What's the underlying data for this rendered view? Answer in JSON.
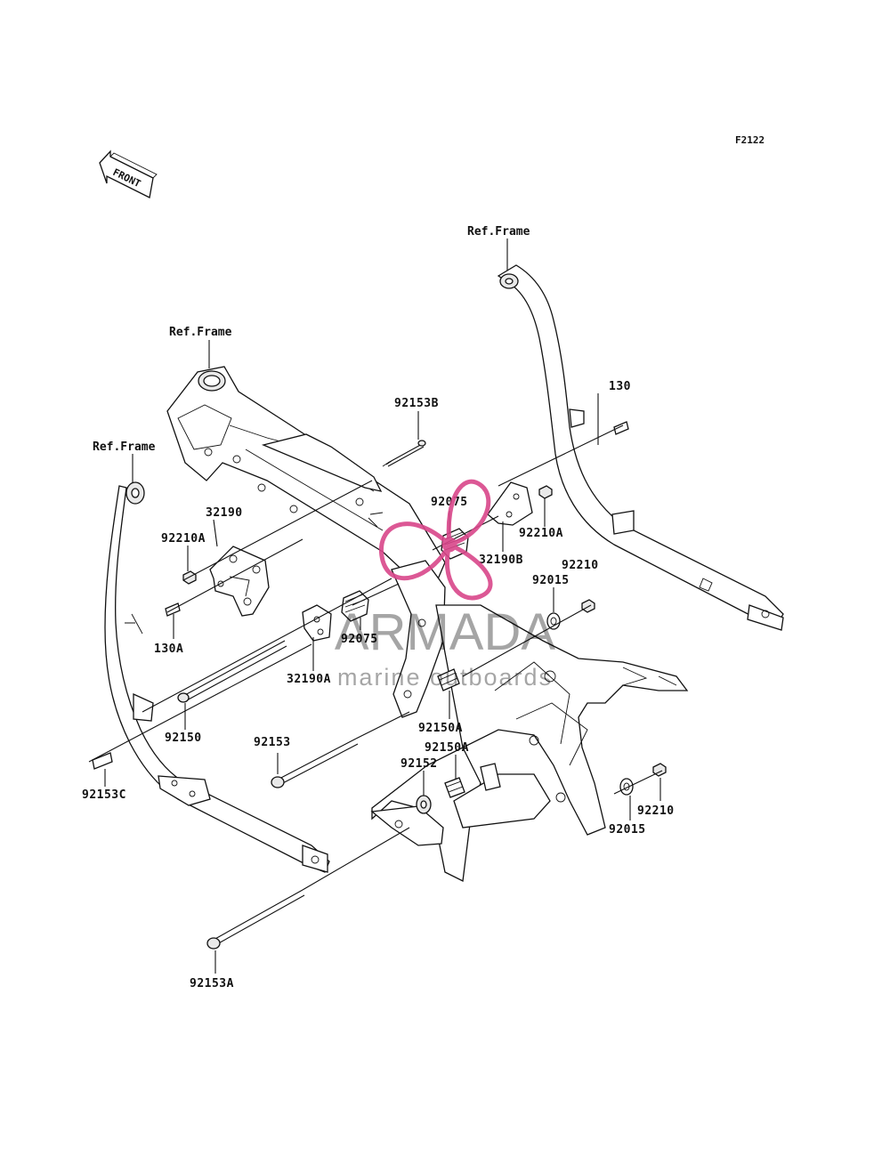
{
  "diagram": {
    "code": "F2122",
    "front_label": "FRONT",
    "ref_frame_labels": [
      "Ref.Frame",
      "Ref.Frame",
      "Ref.Frame"
    ],
    "parts": {
      "p130": "130",
      "p130A": "130A",
      "p32190": "32190",
      "p32190A": "32190A",
      "p32190B": "32190B",
      "p92015_a": "92015",
      "p92015_b": "92015",
      "p92075_a": "92075",
      "p92075_b": "92075",
      "p92150": "92150",
      "p92150A_a": "92150A",
      "p92150A_b": "92150A",
      "p92152": "92152",
      "p92153": "92153",
      "p92153A": "92153A",
      "p92153B": "92153B",
      "p92153C": "92153C",
      "p92210_a": "92210",
      "p92210_b": "92210",
      "p92210A_a": "92210A",
      "p92210A_b": "92210A"
    }
  },
  "watermark": {
    "brand": "ARMADA",
    "tagline": "marine outboards",
    "colors": {
      "logo": "#d9468a",
      "text": "#000000"
    }
  }
}
